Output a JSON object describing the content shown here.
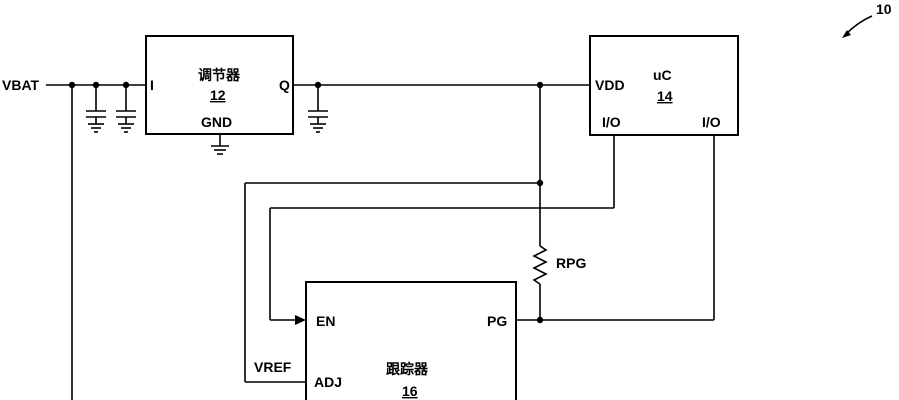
{
  "figure_ref": "10",
  "nets": {
    "vbat": "VBAT",
    "rpg": "RPG",
    "vref": "VREF"
  },
  "regulator": {
    "name": "调节器",
    "ref": "12",
    "pin_in": "I",
    "pin_out": "Q",
    "pin_gnd": "GND"
  },
  "microcontroller": {
    "name": "uC",
    "ref": "14",
    "pin_vdd": "VDD",
    "pin_io_left": "I/O",
    "pin_io_right": "I/O"
  },
  "tracker": {
    "name": "跟踪器",
    "ref": "16",
    "pin_en": "EN",
    "pin_pg": "PG",
    "pin_adj": "ADJ"
  }
}
